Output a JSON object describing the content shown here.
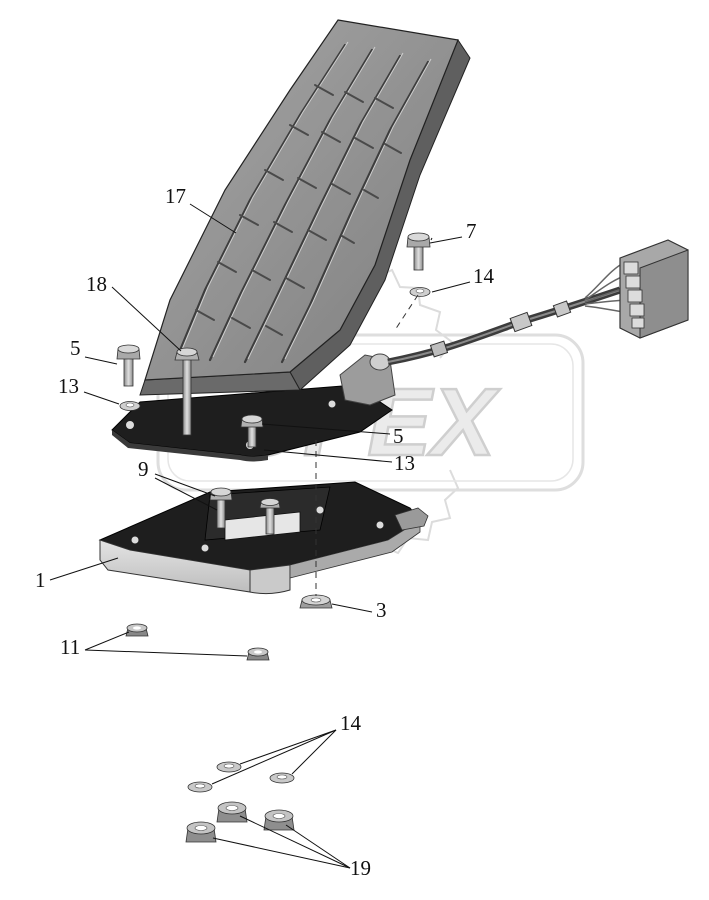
{
  "watermark": {
    "text": "OPEX"
  },
  "callouts": {
    "c1": "1",
    "c3": "3",
    "c5a": "5",
    "c5b": "5",
    "c7": "7",
    "c9": "9",
    "c11": "11",
    "c13a": "13",
    "c13b": "13",
    "c14a": "14",
    "c14b": "14",
    "c17": "17",
    "c18": "18",
    "c19": "19"
  },
  "colors": {
    "pedal": "#9a9a9a",
    "pedal_dark": "#6e6e6e",
    "plate": "#1e1e1e",
    "bracket": "#d8d8d8",
    "metal": "#b9b9b9",
    "watermark": "#e6e6e6"
  }
}
